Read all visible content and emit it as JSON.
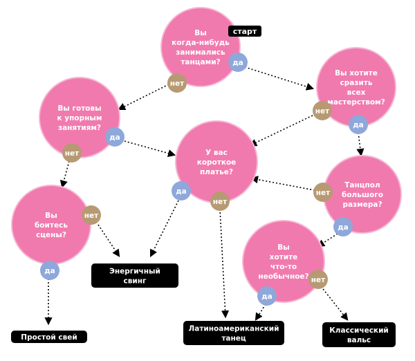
{
  "colors": {
    "bubble": "#F07AAE",
    "bubble_edge": "#F7B7D3",
    "yes": "#8EA8DB",
    "no": "#B79A73",
    "terminal": "#000000",
    "text_light": "#ffffff",
    "arrow": "#000000"
  },
  "start_label": "старт",
  "questions": {
    "q1": [
      "Вы",
      "когда-нибудь",
      "занимались",
      "танцами?"
    ],
    "q2": [
      "Вы хотите",
      "сразить",
      "всех",
      "мастерством?"
    ],
    "q3": [
      "Вы готовы",
      "к упорным",
      "занятиям?"
    ],
    "q4": [
      "У вас",
      "короткое",
      "платье?"
    ],
    "q5": [
      "Танцпол",
      "большого",
      "размера?"
    ],
    "q6": [
      "Вы",
      "боитесь",
      "сцены?"
    ],
    "q7": [
      "Вы",
      "хотите",
      "что-то",
      "необычное?"
    ]
  },
  "answers": {
    "yes": "да",
    "no": "нет"
  },
  "results": {
    "r1": [
      "Энергичный",
      "свинг"
    ],
    "r2": [
      "Простой свей"
    ],
    "r3": [
      "Латиноамериканский",
      "танец"
    ],
    "r4": [
      "Классический",
      "вальс"
    ]
  }
}
